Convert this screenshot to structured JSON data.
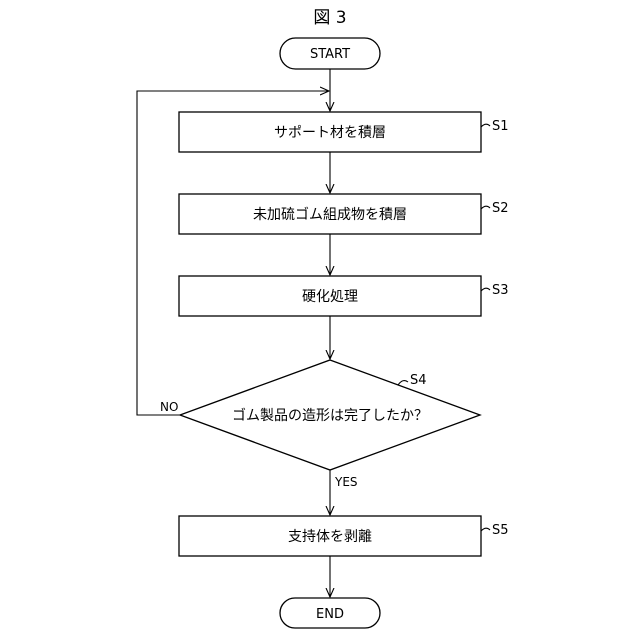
{
  "figure_title": "図 3",
  "start_label": "START",
  "end_label": "END",
  "steps": [
    {
      "id": "S1",
      "label": "サポート材を積層"
    },
    {
      "id": "S2",
      "label": "未加硫ゴム組成物を積層"
    },
    {
      "id": "S3",
      "label": "硬化処理"
    },
    {
      "id": "S5",
      "label": "支持体を剥離"
    }
  ],
  "decision": {
    "id": "S4",
    "label": "ゴム製品の造形は完了したか？"
  },
  "branches": {
    "no": "NO",
    "yes": "YES"
  }
}
